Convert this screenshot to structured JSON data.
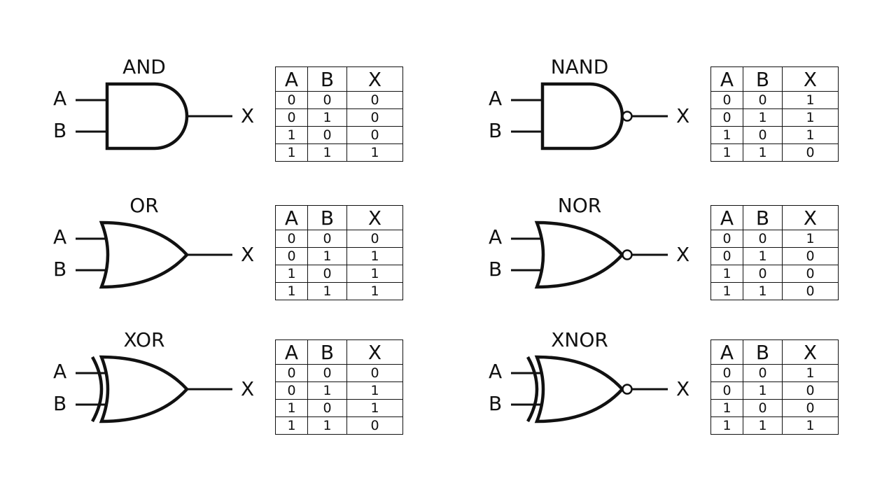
{
  "headers": [
    "A",
    "B",
    "X"
  ],
  "gates": [
    {
      "name": "AND",
      "type": "and",
      "bubble": false,
      "rows": [
        [
          "0",
          "0",
          "0"
        ],
        [
          "0",
          "1",
          "0"
        ],
        [
          "1",
          "0",
          "0"
        ],
        [
          "1",
          "1",
          "1"
        ]
      ]
    },
    {
      "name": "NAND",
      "type": "and",
      "bubble": true,
      "rows": [
        [
          "0",
          "0",
          "1"
        ],
        [
          "0",
          "1",
          "1"
        ],
        [
          "1",
          "0",
          "1"
        ],
        [
          "1",
          "1",
          "0"
        ]
      ]
    },
    {
      "name": "OR",
      "type": "or",
      "bubble": false,
      "rows": [
        [
          "0",
          "0",
          "0"
        ],
        [
          "0",
          "1",
          "1"
        ],
        [
          "1",
          "0",
          "1"
        ],
        [
          "1",
          "1",
          "1"
        ]
      ]
    },
    {
      "name": "NOR",
      "type": "or",
      "bubble": true,
      "rows": [
        [
          "0",
          "0",
          "1"
        ],
        [
          "0",
          "1",
          "0"
        ],
        [
          "1",
          "0",
          "0"
        ],
        [
          "1",
          "1",
          "0"
        ]
      ]
    },
    {
      "name": "XOR",
      "type": "xor",
      "bubble": false,
      "rows": [
        [
          "0",
          "0",
          "0"
        ],
        [
          "0",
          "1",
          "1"
        ],
        [
          "1",
          "0",
          "1"
        ],
        [
          "1",
          "1",
          "0"
        ]
      ]
    },
    {
      "name": "XNOR",
      "type": "xor",
      "bubble": true,
      "rows": [
        [
          "0",
          "0",
          "1"
        ],
        [
          "0",
          "1",
          "0"
        ],
        [
          "1",
          "0",
          "0"
        ],
        [
          "1",
          "1",
          "1"
        ]
      ]
    }
  ]
}
